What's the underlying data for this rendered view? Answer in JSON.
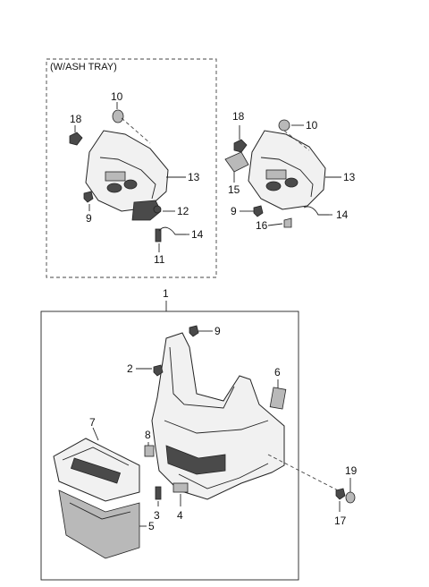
{
  "diagram": {
    "variant_label": "(W/ASH TRAY)",
    "callouts": {
      "c1": "1",
      "c2": "2",
      "c3": "3",
      "c4": "4",
      "c5": "5",
      "c6": "6",
      "c7": "7",
      "c8": "8",
      "c9a": "9",
      "c9b": "9",
      "c9c": "9",
      "c10a": "10",
      "c10b": "10",
      "c11": "11",
      "c12": "12",
      "c13a": "13",
      "c13b": "13",
      "c14a": "14",
      "c14b": "14",
      "c15": "15",
      "c16": "16",
      "c17": "17",
      "c18a": "18",
      "c18b": "18",
      "c19": "19"
    }
  }
}
